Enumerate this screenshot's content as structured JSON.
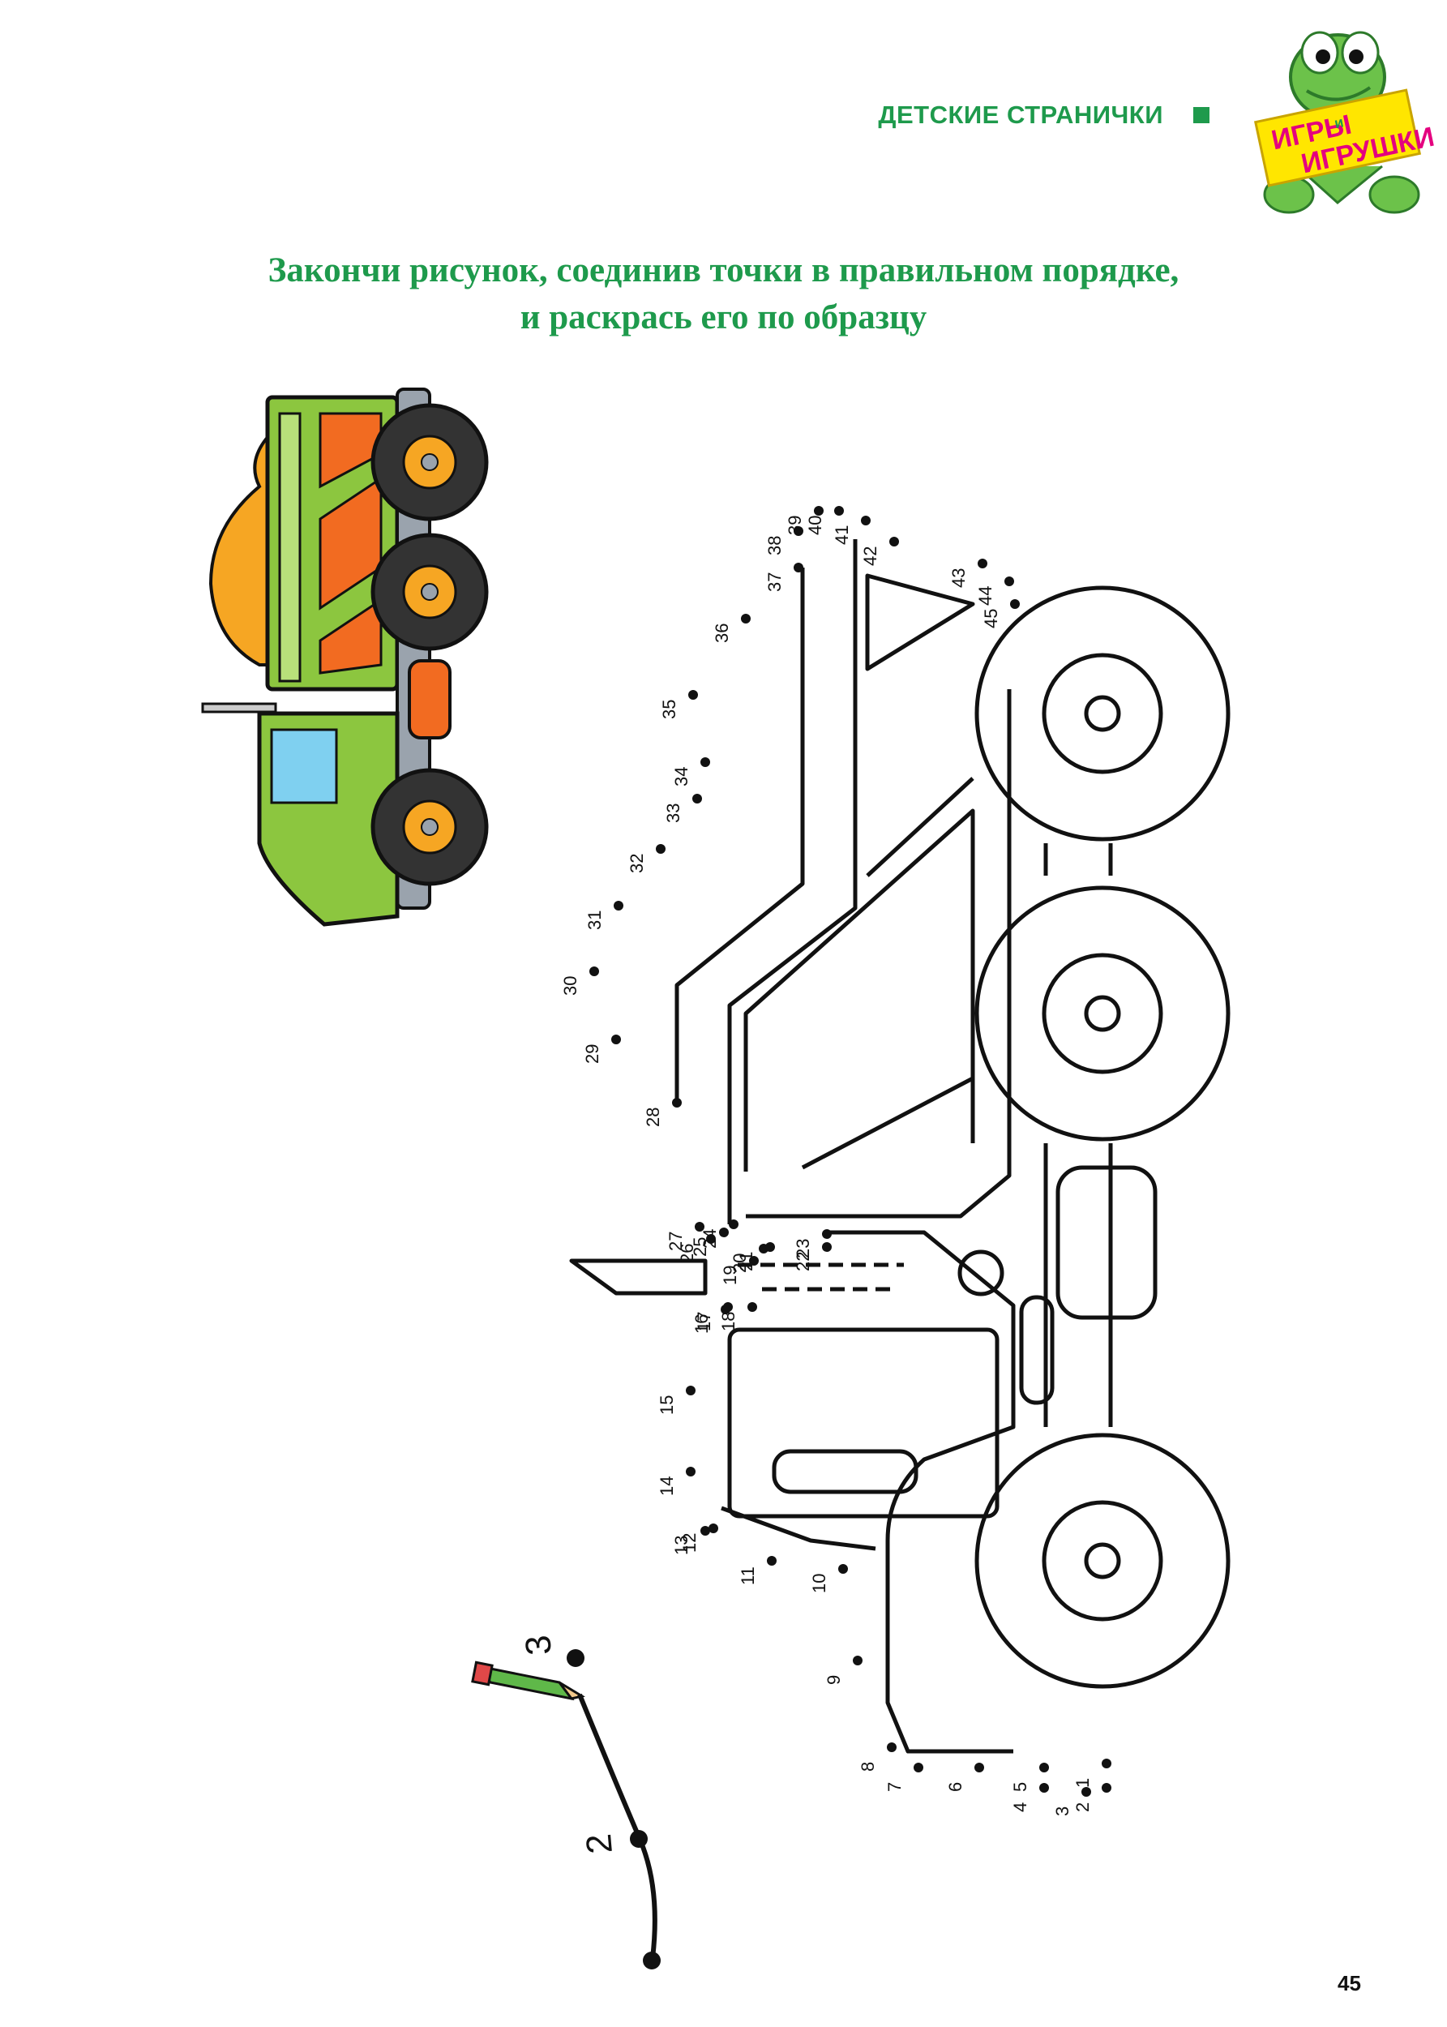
{
  "header": {
    "section_label": "ДЕТСКИЕ СТРАНИЧКИ",
    "logo_text": [
      "ИГРЫ",
      "и",
      "ИГРУШКИ"
    ]
  },
  "task": {
    "line1": "Закончи рисунок, соединив точки в правильном порядке,",
    "line2": "и раскрась его по образцу"
  },
  "dot_labels": [
    "1",
    "2",
    "3",
    "4",
    "5",
    "6",
    "7",
    "8",
    "9",
    "10",
    "11",
    "12",
    "13",
    "14",
    "15",
    "16",
    "17",
    "18",
    "19",
    "20",
    "21",
    "22",
    "23",
    "24",
    "25",
    "26",
    "27",
    "28",
    "29",
    "30",
    "31",
    "32",
    "33",
    "34",
    "35",
    "36",
    "37",
    "38",
    "39",
    "40",
    "41",
    "42",
    "43",
    "44",
    "45"
  ],
  "example_labels": [
    "2",
    "3"
  ],
  "footer": {
    "page_number": "45"
  },
  "colors": {
    "accent": "#1e9a4c",
    "truck_green": "#8cc63f",
    "truck_orange": "#f26b21",
    "sand": "#f6a623"
  }
}
